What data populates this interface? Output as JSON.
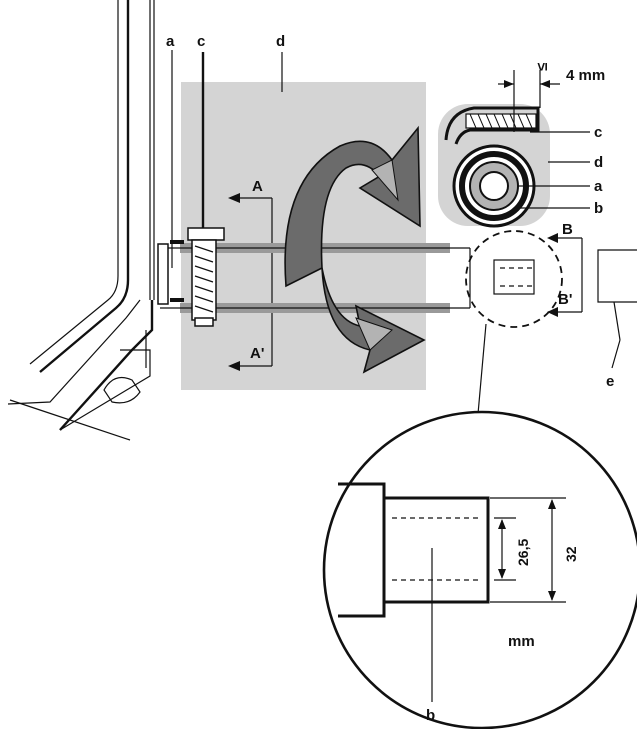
{
  "labels": {
    "a": "a",
    "c": "c",
    "d": "d",
    "e": "e",
    "b": "b",
    "A": "A",
    "A_prime": "A'",
    "B": "B",
    "B_prime": "B'"
  },
  "inset": {
    "gap_symbol": "≤",
    "gap_value": "4 mm",
    "c": "c",
    "d": "d",
    "a": "a",
    "b": "b"
  },
  "detail": {
    "inner_diameter": "26,5",
    "outer_diameter": "32",
    "unit": "mm",
    "b": "b"
  },
  "colors": {
    "panel_grey": "#d4d4d4",
    "arrow_dark": "#6b6b6b",
    "arrow_light": "#b3b3b3",
    "tube_grey": "#9a9a9a"
  }
}
